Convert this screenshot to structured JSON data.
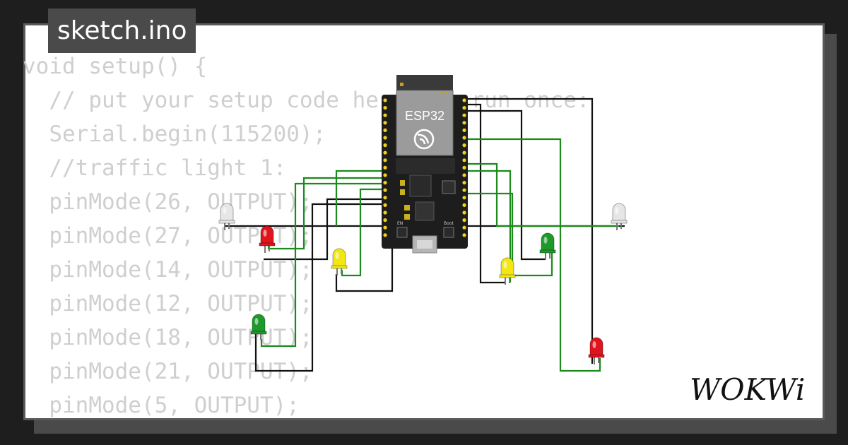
{
  "tab": {
    "filename": "sketch.ino"
  },
  "code_lines": [
    "void setup() {",
    "  // put your setup code here, to run once:",
    "  Serial.begin(115200);",
    "  //traffic light 1:",
    "  pinMode(26, OUTPUT);",
    "  pinMode(27, OUTPUT);",
    "  pinMode(14, OUTPUT);",
    "  pinMode(12, OUTPUT);",
    "  pinMode(18, OUTPUT);",
    "  pinMode(21, OUTPUT);",
    "  pinMode(5, OUTPUT);"
  ],
  "board": {
    "label": "ESP32",
    "en_label": "EN",
    "boot_label": "Boot"
  },
  "leds": [
    {
      "name": "led-white-left",
      "color": "white"
    },
    {
      "name": "led-red-left",
      "color": "red"
    },
    {
      "name": "led-yellow-left",
      "color": "yellow"
    },
    {
      "name": "led-green-left",
      "color": "green"
    },
    {
      "name": "led-white-right",
      "color": "white"
    },
    {
      "name": "led-green-right",
      "color": "green"
    },
    {
      "name": "led-yellow-right",
      "color": "yellow"
    },
    {
      "name": "led-red-right",
      "color": "red"
    }
  ],
  "brand": {
    "logo_text": "WOKWi"
  },
  "colors": {
    "background": "#1e1e1e",
    "card": "#ffffff",
    "tab": "#4a4a4a",
    "code_text": "#cfcfcf",
    "wire_green": "#1a8a1a",
    "wire_black": "#111111",
    "led_red": "#e0141c",
    "led_yellow": "#f2e614",
    "led_green": "#1e9a2a",
    "led_white": "#e6e6e6"
  }
}
